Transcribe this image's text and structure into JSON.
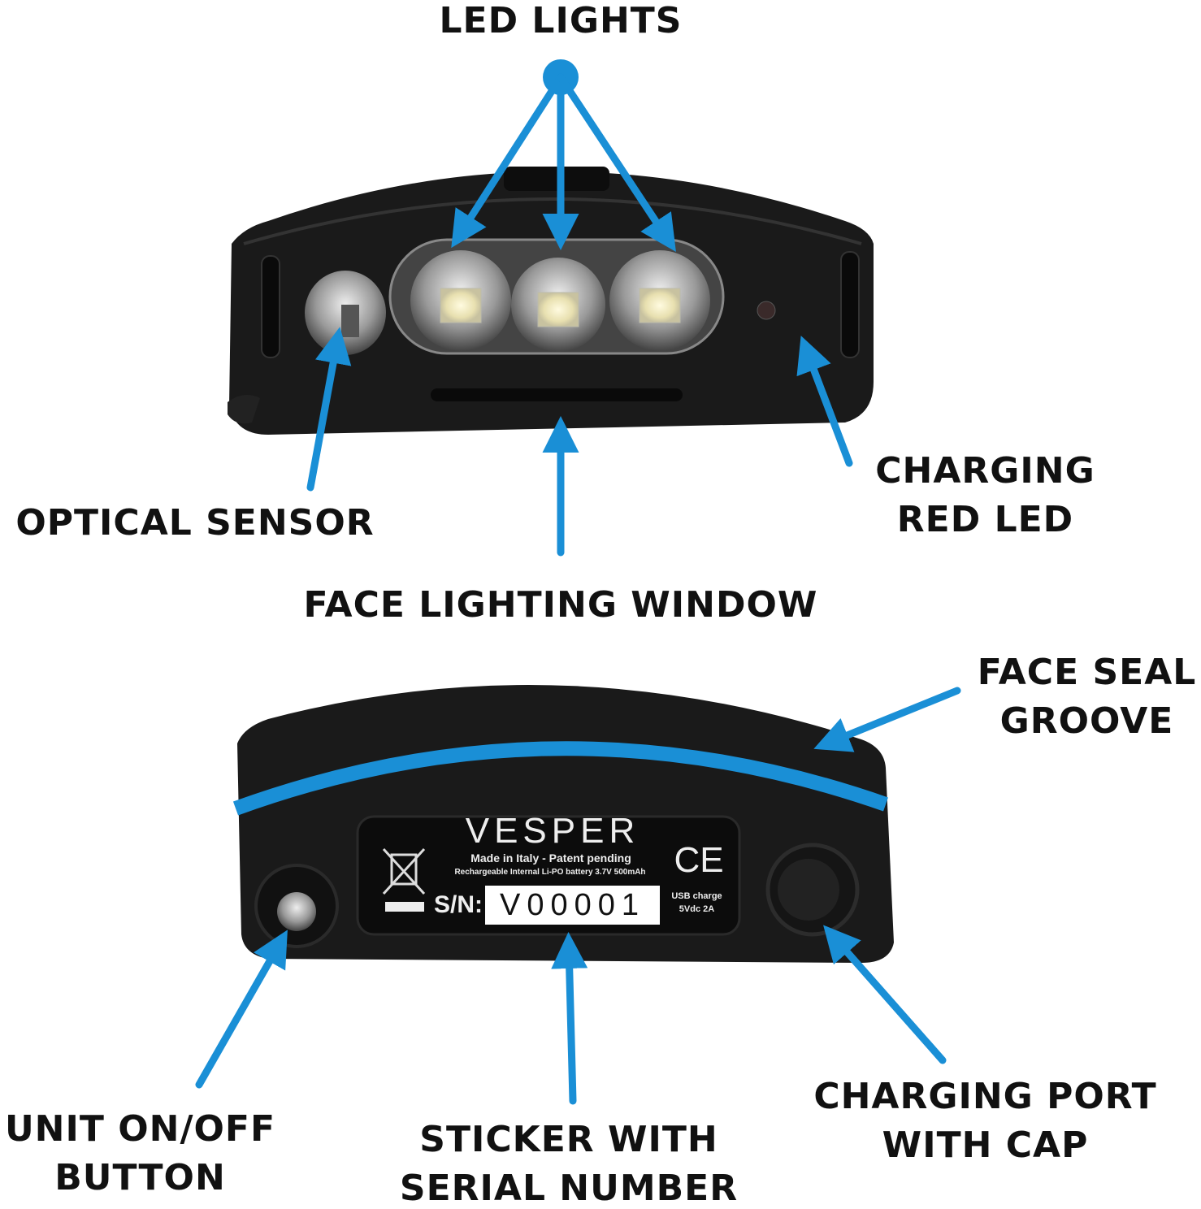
{
  "labels": {
    "led_lights": "LED LIGHTS",
    "optical_sensor": "OPTICAL SENSOR",
    "charging_red_led": [
      "CHARGING",
      "RED LED"
    ],
    "face_lighting_window": "FACE LIGHTING WINDOW",
    "face_seal_groove": [
      "FACE SEAL",
      "GROOVE"
    ],
    "unit_on_off_button": [
      "UNIT ON/OFF",
      "BUTTON"
    ],
    "sticker_serial": [
      "STICKER WITH",
      "SERIAL NUMBER"
    ],
    "charging_port": [
      "CHARGING PORT",
      "WITH CAP"
    ]
  },
  "sticker": {
    "brand": "VESPER",
    "line1": "Made in Italy - Patent pending",
    "line2": "Rechargeable Internal Li-PO battery 3.7V 500mAh",
    "sn_label": "S/N:",
    "serial": "V00001",
    "ce": "CE",
    "usb": [
      "USB charge",
      "5Vdc 2A"
    ]
  },
  "colors": {
    "accent": "#1a8fd6",
    "body": "#1a1a1a"
  }
}
